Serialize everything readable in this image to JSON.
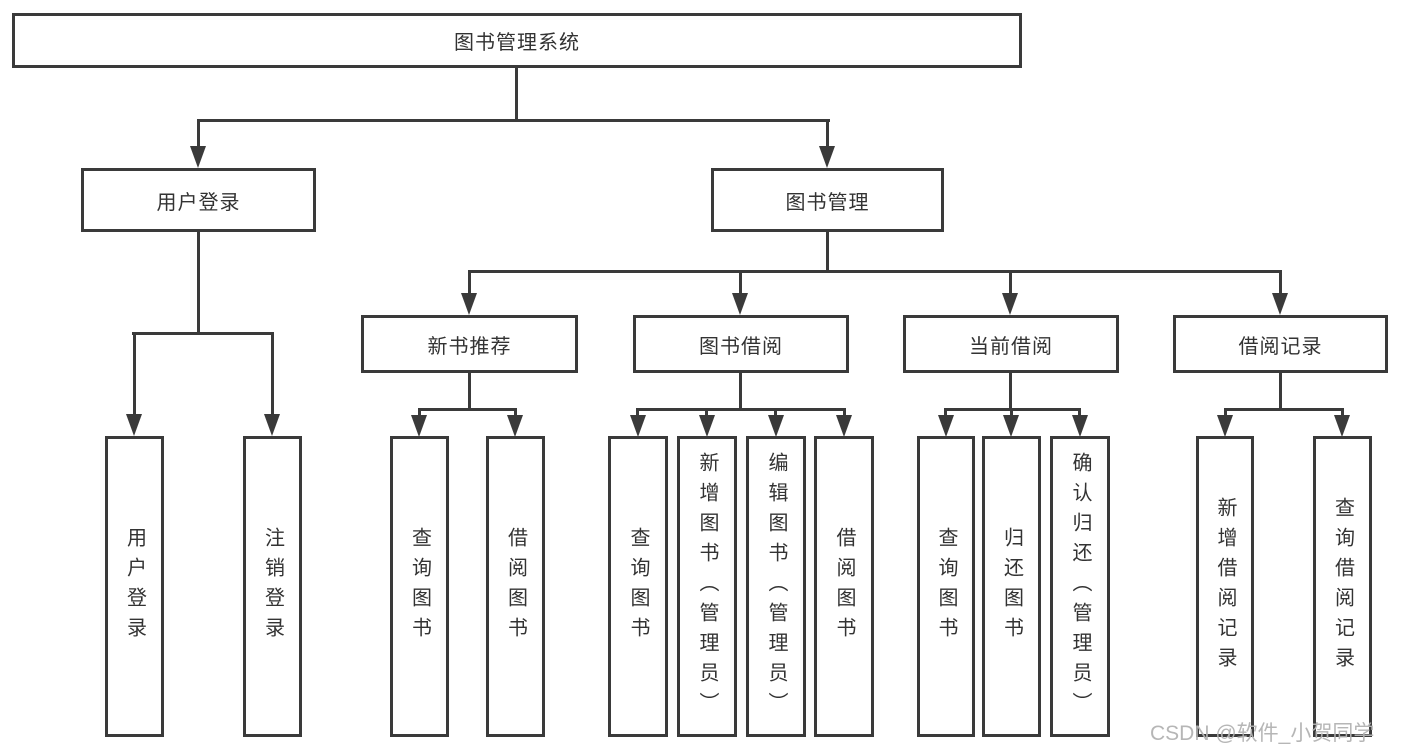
{
  "diagram": {
    "type": "tree",
    "root": {
      "label": "图书管理系统"
    },
    "level2": [
      {
        "label": "用户登录"
      },
      {
        "label": "图书管理"
      }
    ],
    "level3": [
      {
        "label": "新书推荐"
      },
      {
        "label": "图书借阅"
      },
      {
        "label": "当前借阅"
      },
      {
        "label": "借阅记录"
      }
    ],
    "leaves": {
      "user_login": [
        {
          "label": "用户登录"
        },
        {
          "label": "注销登录"
        }
      ],
      "new_book": [
        {
          "label": "查询图书"
        },
        {
          "label": "借阅图书"
        }
      ],
      "book_borrow": [
        {
          "label": "查询图书"
        },
        {
          "label": "新增图书（管理员）"
        },
        {
          "label": "编辑图书（管理员）"
        },
        {
          "label": "借阅图书"
        }
      ],
      "current_borrow": [
        {
          "label": "查询图书"
        },
        {
          "label": "归还图书"
        },
        {
          "label": "确认归还（管理员）"
        }
      ],
      "borrow_records": [
        {
          "label": "新增借阅记录"
        },
        {
          "label": "查询借阅记录"
        }
      ]
    },
    "watermark": "CSDN @软件_小贺同学",
    "colors": {
      "line": "#3a3a3a",
      "text": "#333333",
      "watermark": "#b2b2b2",
      "background": "#ffffff"
    }
  }
}
